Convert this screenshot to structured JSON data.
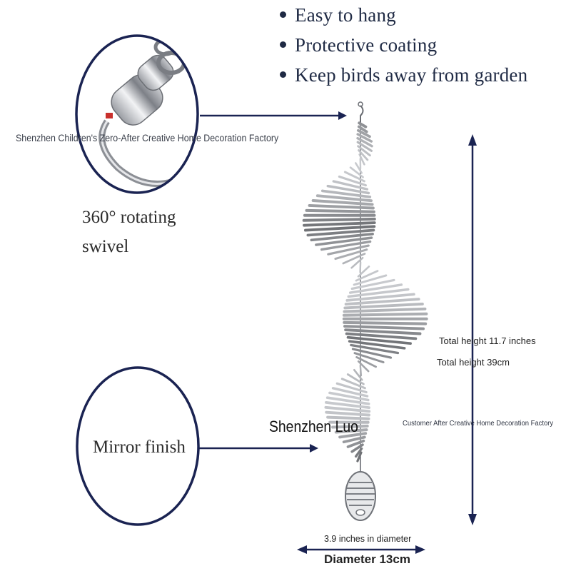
{
  "features": [
    "Easy to hang",
    "Protective coating",
    "Keep birds away from garden"
  ],
  "swivel_label_line1": "360° rotating",
  "swivel_label_line2": "swivel",
  "finish_label": "Mirror finish",
  "height_inches": "Total height 11.7 inches",
  "height_cm": "Total height 39cm",
  "diameter_inches": "3.9 inches in diameter",
  "diameter_cm": "Diameter 13cm",
  "watermark_top": "Shenzhen Children's Zero-After Creative Home Decoration Factory",
  "watermark_mid": "Shenzhen Luo",
  "watermark_right": "Customer After Creative Home Decoration Factory",
  "colors": {
    "navy": "#1a2352",
    "text": "#1f2a44",
    "metal_dark": "#5a5d63",
    "metal_light": "#d9dbde"
  }
}
